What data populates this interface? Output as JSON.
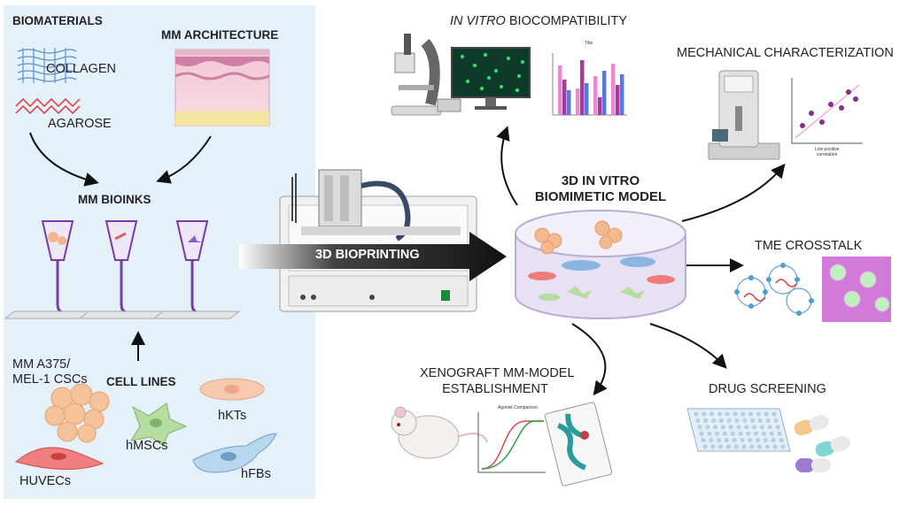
{
  "labels": {
    "biomaterials": "BIOMATERIALS",
    "mm_architecture": "MM ARCHITECTURE",
    "collagen": "COLLAGEN",
    "agarose": "AGAROSE",
    "mm_bioinks": "MM BIOINKS",
    "mm_cells_line1": "MM A375/",
    "mm_cells_line2": "MEL-1 CSCs",
    "cell_lines": "CELL LINES",
    "hkts": "hKTs",
    "hmscs": "hMSCs",
    "huvecs": "HUVECs",
    "hfbs": "hFBs",
    "bioprinting": "3D BIOPRINTING",
    "in_vitro_italic": "IN VITRO",
    "biocompatibility": " BIOCOMPATIBILITY",
    "mechanical": "MECHANICAL CHARACTERIZATION",
    "model_line1": "3D IN VITRO",
    "model_line2": "BIOMIMETIC MODEL",
    "tme_crosstalk": "TME CROSSTALK",
    "xenograft_line1": "XENOGRAFT MM-MODEL",
    "xenograft_line2": "ESTABLISHMENT",
    "drug_screening": "DRUG SCREENING"
  },
  "mini_plots": {
    "bar_title": "Title",
    "scatter_caption_1": "Low positive",
    "scatter_caption_2": "correlation",
    "curve_title": "Agonist Comparison"
  },
  "colors": {
    "left_panel": "#e4f1f8",
    "ink": "#7a3aa6",
    "arrow": "#111111",
    "petri_rim": "#c8bfe0",
    "accent_pink": "#e98ad0",
    "accent_blue": "#5b78d8"
  }
}
